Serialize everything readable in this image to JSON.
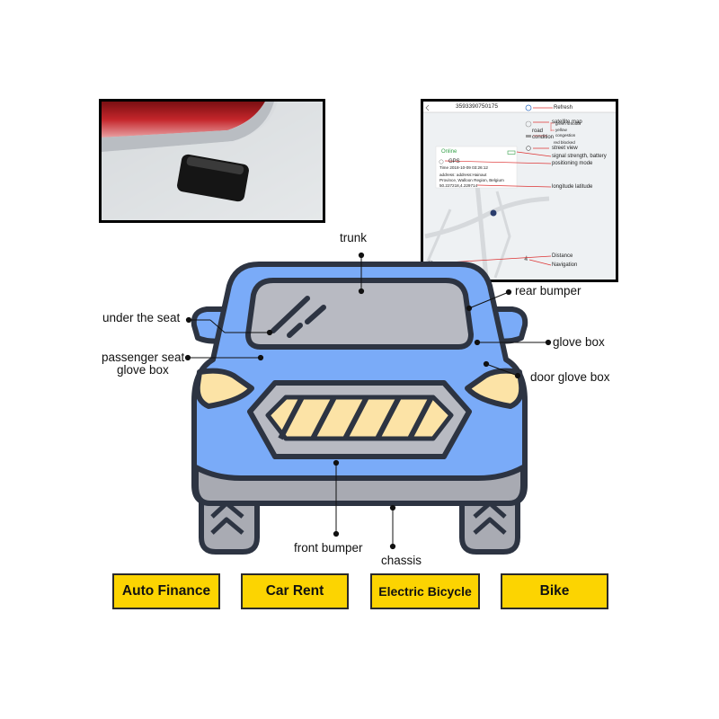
{
  "labels": {
    "trunk": "trunk",
    "under_seat": "under the seat",
    "passenger_seat_1": "passenger seat",
    "passenger_seat_2": "glove box",
    "rear_bumper": "rear bumper",
    "glove_box": "glove box",
    "door_glove_box": "door glove box",
    "front_bumper": "front bumper",
    "chassis": "chassis"
  },
  "buttons": [
    "Auto Finance",
    "Car Rent",
    "Electric Bicycle",
    "Bike"
  ],
  "app": {
    "device_id": "3593390750175",
    "status": "Online",
    "gps": "GPS",
    "time": "Time 2018-10-09 03:26:12",
    "address_1": "address: address:Hainaut",
    "address_2": "Province, Walloon Region, Belgium",
    "coords": "50.227218,4.229714",
    "annotations": {
      "refresh": "Refresh",
      "satellite_map": "satellite map",
      "road_condition_1": "road",
      "road_condition_2": "condition",
      "green_smooth": "green smooth",
      "yellow_1": "yellow",
      "congestion": "congestion",
      "red_blocked": "red blocked",
      "street_view": "street view",
      "signal": "signal strength, battery",
      "positioning_mode": "positioning mode",
      "longitude_latitude": "longitude latitude",
      "distance": "Distance",
      "navigation": "Navigation"
    }
  },
  "colors": {
    "car_body": "#7aabf8",
    "outline": "#2d3442",
    "glass": "#b8bac2",
    "lights": "#fce3a6",
    "bumper": "#a8aab2",
    "button_fill": "#fcd401"
  }
}
